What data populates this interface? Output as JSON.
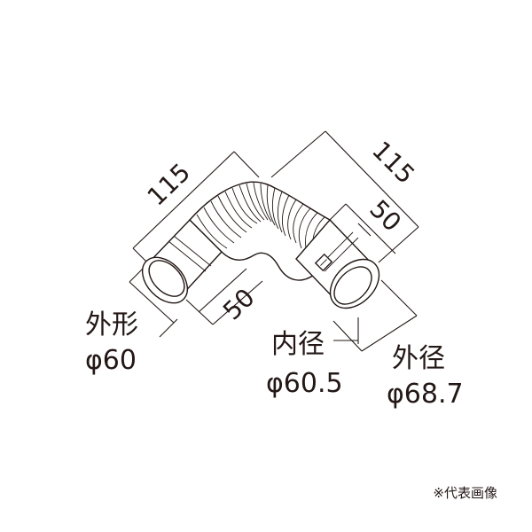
{
  "dimensions": {
    "length_left": "115",
    "length_right": "115",
    "collar_left": "50",
    "collar_right": "50"
  },
  "labels": {
    "outer_shape_title": "外形",
    "outer_shape_value": "φ60",
    "inner_diameter_title": "内径",
    "inner_diameter_value": "φ60.5",
    "outer_diameter_title": "外径",
    "outer_diameter_value": "φ68.7"
  },
  "note": "※代表画像",
  "colors": {
    "line": "#231815",
    "background": "#ffffff"
  }
}
